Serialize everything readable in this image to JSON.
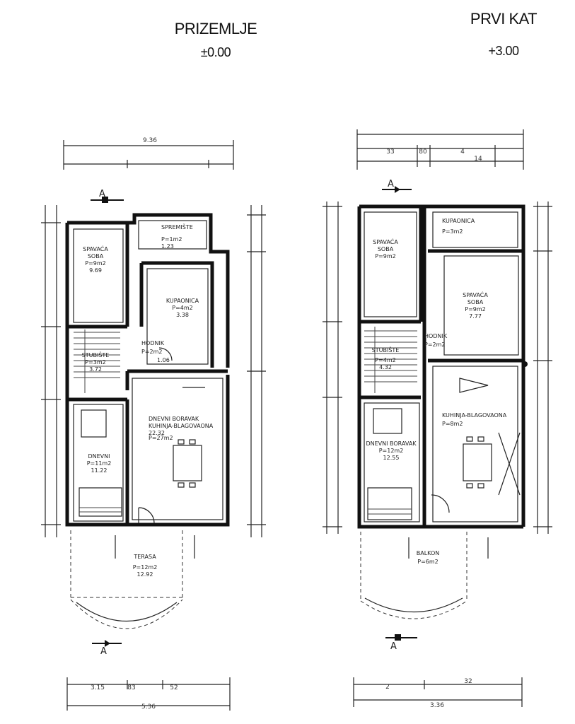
{
  "left_plan": {
    "title": "PRIZEMLJE",
    "elevation": "±0.00",
    "top_dim": "9.36",
    "bottom_dims": [
      "3.15",
      "83",
      "52",
      "5.36"
    ],
    "section_marker": "A",
    "rooms": [
      {
        "lines": [
          "SPAVAĆA",
          "SOBA",
          "P=9m2",
          "9.69"
        ]
      },
      {
        "lines": [
          "SPREMIŠTE",
          "P=1m2",
          "1.23"
        ]
      },
      {
        "lines": [
          "KUPAONICA",
          "P=4m2",
          "3.38"
        ]
      },
      {
        "lines": [
          "STUBIŠTE",
          "P=3m2",
          "3.72"
        ]
      },
      {
        "lines": [
          "HODNIK",
          "P=2m2",
          "1.06"
        ]
      },
      {
        "lines": [
          "DNEVNI BORAVAK",
          "KUHINJA-BLAGOVAONA",
          "P=27m2",
          "22.32"
        ]
      },
      {
        "lines": [
          "DNEVNI",
          "P=11m2",
          "11.22"
        ]
      },
      {
        "lines": [
          "TERASA",
          "P=12m2",
          "12.92"
        ]
      }
    ]
  },
  "right_plan": {
    "title": "PRVI KAT",
    "elevation": "+3.00",
    "top_dims": [
      "33",
      "80",
      "4",
      "14"
    ],
    "bottom_dims": [
      "2",
      "32",
      "3.36"
    ],
    "section_marker": "A",
    "rooms": [
      {
        "lines": [
          "SPAVAĆA",
          "SOBA",
          "P=9m2"
        ]
      },
      {
        "lines": [
          "KUPAONICA",
          "P=3m2"
        ]
      },
      {
        "lines": [
          "SPAVAĆA",
          "SOBA",
          "P=9m2",
          "7.77"
        ]
      },
      {
        "lines": [
          "STUBIŠTE",
          "P=4m2",
          "4.32"
        ]
      },
      {
        "lines": [
          "HODNIK",
          "P=2m2"
        ]
      },
      {
        "lines": [
          "KUHINJA-BLAGOVAONA",
          "P=8m2"
        ]
      },
      {
        "lines": [
          "DNEVNI BORAVAK",
          "P=12m2",
          "12.55"
        ]
      },
      {
        "lines": [
          "BALKON",
          "P=6m2"
        ]
      }
    ]
  }
}
